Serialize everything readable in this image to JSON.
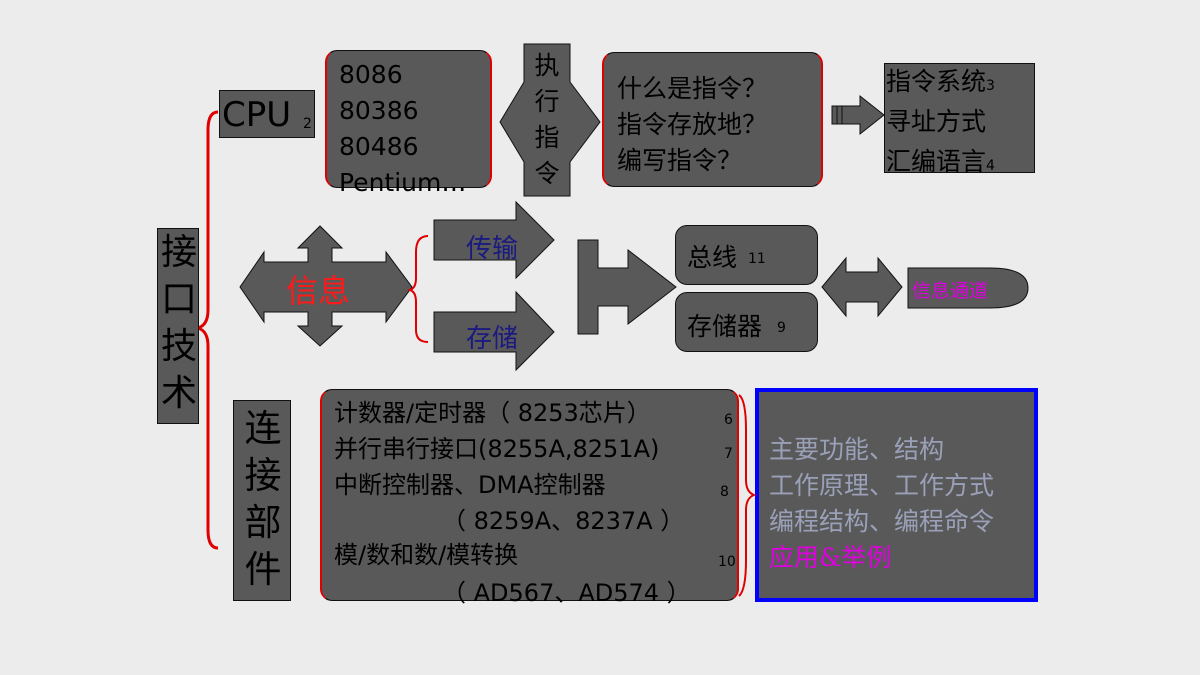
{
  "root": {
    "label": "接口技术"
  },
  "cpu": {
    "label": "CPU",
    "num": "2",
    "models": [
      "8086",
      "80386",
      "80486",
      "Pentium…"
    ],
    "execute": "执行指令"
  },
  "instruction": {
    "questions": [
      "什么是指令？",
      "指令存放地？",
      "编写指令？"
    ],
    "topics": [
      {
        "text": "指令系统",
        "num": "3"
      },
      {
        "text": "寻址方式",
        "num": ""
      },
      {
        "text": "汇编语言",
        "num": "4"
      }
    ]
  },
  "info": {
    "label": "信息",
    "transfer": "传输",
    "storage": "存储",
    "bus": {
      "text": "总线",
      "num": "11"
    },
    "memory": {
      "text": "存储器",
      "num": "9"
    },
    "channel": "信息通道"
  },
  "components": {
    "label": "连接部件",
    "items": [
      {
        "text": "计数器/定时器（ 8253芯片）",
        "num": "6"
      },
      {
        "text": "并行串行接口(8255A,8251A)",
        "num": "7"
      },
      {
        "text": "中断控制器、DMA控制器",
        "num": "8"
      },
      {
        "text": "（ 8259A、8237A ）",
        "num": ""
      },
      {
        "text": "模/数和数/模转换",
        "num": "10"
      },
      {
        "text": "（ AD567、AD574 ）",
        "num": ""
      }
    ],
    "aspects": [
      "主要功能、结构",
      "工作原理、工作方式",
      "编程结构、编程命令",
      "应用&举例"
    ]
  },
  "colors": {
    "box_fill": "#595959",
    "brace_red": "#e00000",
    "info_red": "#ff1a1a",
    "navy_text": "#1a1a80",
    "magenta": "#e000e0",
    "blue_border": "#0000ff",
    "gray_text": "#9aa0b8"
  }
}
